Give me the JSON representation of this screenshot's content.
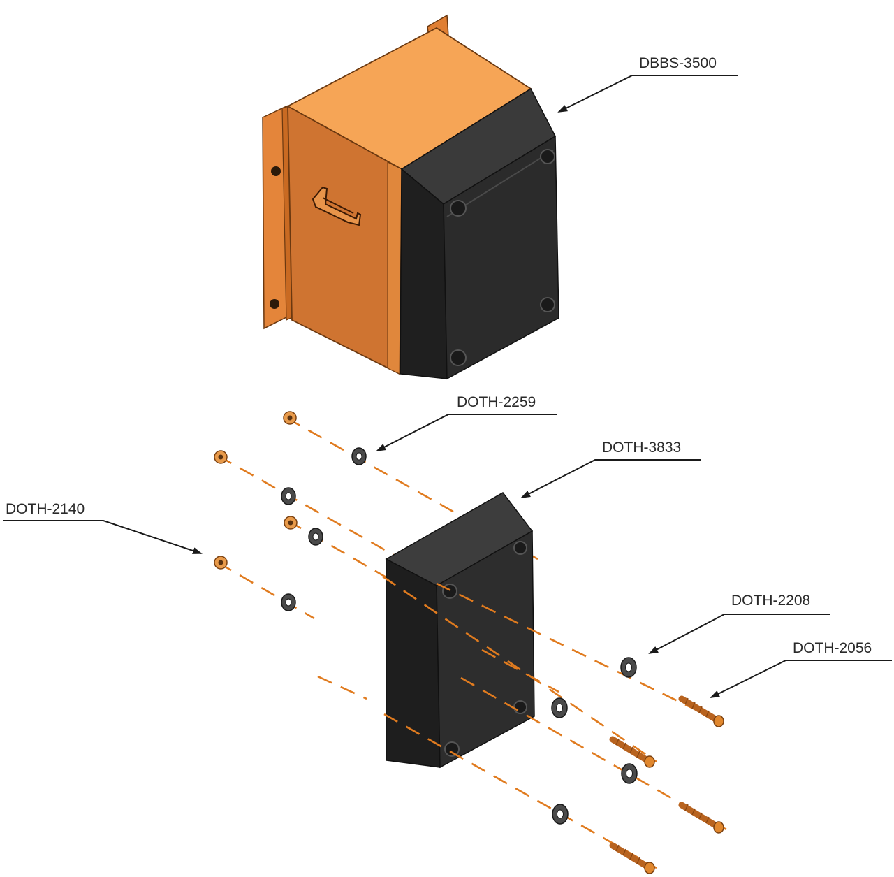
{
  "callouts": {
    "enclosure": "DBBS-3500",
    "washer_top": "DOTH-2259",
    "cover": "DOTH-3833",
    "nut": "DOTH-2140",
    "washer_right": "DOTH-2208",
    "screw": "DOTH-2056"
  },
  "colors": {
    "steel_orange": "#f5a04e",
    "steel_side": "#d57a30",
    "cover_black": "#262626",
    "fastener_orange": "#e07b1f"
  }
}
